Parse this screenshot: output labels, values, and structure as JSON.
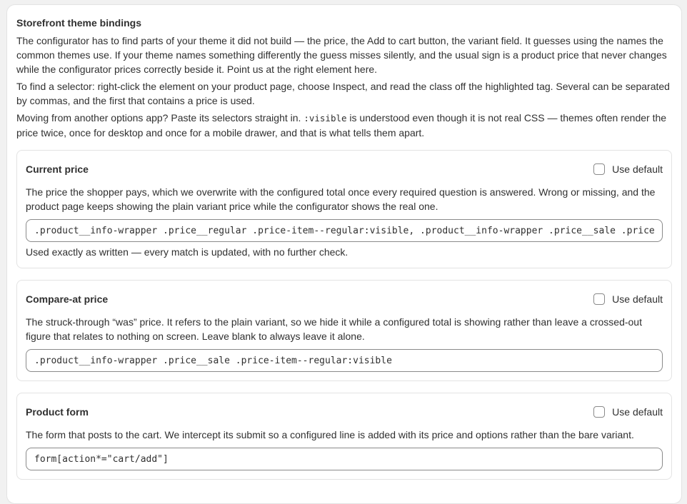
{
  "section": {
    "title": "Storefront theme bindings",
    "intro_1": "The configurator has to find parts of your theme it did not build — the price, the Add to cart button, the variant field. It guesses using the names the common themes use. If your theme names something differently the guess misses silently, and the usual sign is a product price that never changes while the configurator prices correctly beside it. Point us at the right element here.",
    "intro_2": "To find a selector: right-click the element on your product page, choose Inspect, and read the class off the highlighted tag. Several can be separated by commas, and the first that contains a price is used.",
    "intro_3_before": "Moving from another options app? Paste its selectors straight in. ",
    "intro_3_code": ":visible",
    "intro_3_after": " is understood even though it is not real CSS — themes often render the price twice, once for desktop and once for a mobile drawer, and that is what tells them apart."
  },
  "fields": {
    "current_price": {
      "title": "Current price",
      "default_label": "Use default",
      "use_default": false,
      "description": "The price the shopper pays, which we overwrite with the configured total once every required question is answered. Wrong or missing, and the product page keeps showing the plain variant price while the configurator shows the real one.",
      "value": ".product__info-wrapper .price__regular .price-item--regular:visible, .product__info-wrapper .price__sale .price-item--sale:visible",
      "help": "Used exactly as written — every match is updated, with no further check."
    },
    "compare_at_price": {
      "title": "Compare-at price",
      "default_label": "Use default",
      "use_default": false,
      "description": "The struck-through “was” price. It refers to the plain variant, so we hide it while a configured total is showing rather than leave a crossed-out figure that relates to nothing on screen. Leave blank to always leave it alone.",
      "value": ".product__info-wrapper .price__sale .price-item--regular:visible"
    },
    "product_form": {
      "title": "Product form",
      "default_label": "Use default",
      "use_default": false,
      "description": "The form that posts to the cart. We intercept its submit so a configured line is added with its price and options rather than the bare variant.",
      "value": "form[action*=\"cart/add\"]"
    }
  }
}
